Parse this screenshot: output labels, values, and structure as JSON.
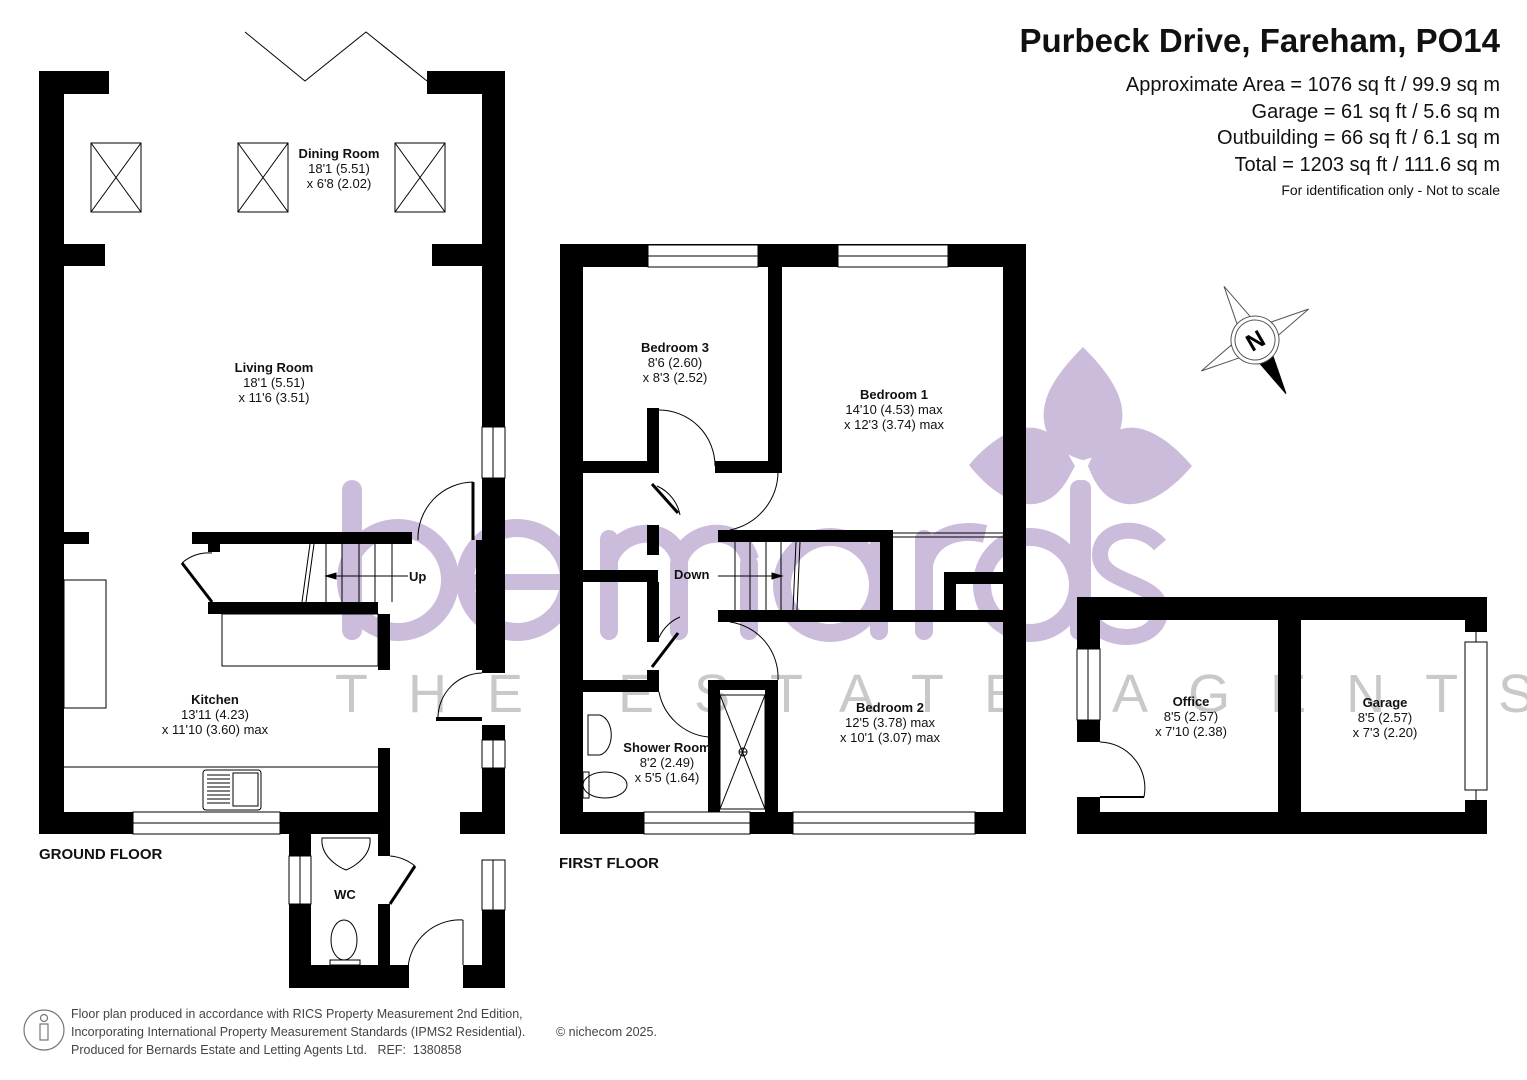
{
  "header": {
    "title": "Purbeck Drive, Fareham, PO14",
    "areas": [
      "Approximate Area = 1076 sq ft / 99.9 sq m",
      "Garage = 61 sq ft / 5.6 sq m",
      "Outbuilding = 66 sq ft / 6.1 sq m",
      "Total = 1203 sq ft / 111.6 sq m"
    ],
    "note": "For identification only - Not to scale"
  },
  "floors": {
    "ground": "GROUND FLOOR",
    "first": "FIRST FLOOR"
  },
  "rooms": {
    "dining": {
      "name": "Dining Room",
      "dim1": "18'1 (5.51)",
      "dim2": "x 6'8 (2.02)"
    },
    "living": {
      "name": "Living Room",
      "dim1": "18'1 (5.51)",
      "dim2": "x 11'6 (3.51)"
    },
    "kitchen": {
      "name": "Kitchen",
      "dim1": "13'11 (4.23)",
      "dim2": "x 11'10 (3.60) max"
    },
    "wc": {
      "name": "WC"
    },
    "bedroom3": {
      "name": "Bedroom 3",
      "dim1": "8'6 (2.60)",
      "dim2": "x 8'3 (2.52)"
    },
    "bedroom1": {
      "name": "Bedroom 1",
      "dim1": "14'10 (4.53) max",
      "dim2": "x 12'3 (3.74) max"
    },
    "bedroom2": {
      "name": "Bedroom 2",
      "dim1": "12'5 (3.78) max",
      "dim2": "x 10'1 (3.07) max"
    },
    "shower": {
      "name": "Shower Room",
      "dim1": "8'2 (2.49)",
      "dim2": "x 5'5 (1.64)"
    },
    "office": {
      "name": "Office",
      "dim1": "8'5 (2.57)",
      "dim2": "x 7'10 (2.38)"
    },
    "garage": {
      "name": "Garage",
      "dim1": "8'5 (2.57)",
      "dim2": "x 7'3 (2.20)"
    }
  },
  "stairs": {
    "up": "Up",
    "down": "Down"
  },
  "compass": {
    "label": "N"
  },
  "watermark": {
    "brand": "bernards",
    "tagline": "THE ESTATE AGENTS",
    "color": "#cbbcdc"
  },
  "footer": {
    "lines": [
      "Floor plan produced in accordance with RICS Property Measurement 2nd Edition,",
      "Incorporating International Property Measurement Standards (IPMS2 Residential).",
      "Produced for Bernards Estate and Letting Agents Ltd.   REF:  1380858"
    ],
    "copyright": "© nichecom 2025."
  }
}
